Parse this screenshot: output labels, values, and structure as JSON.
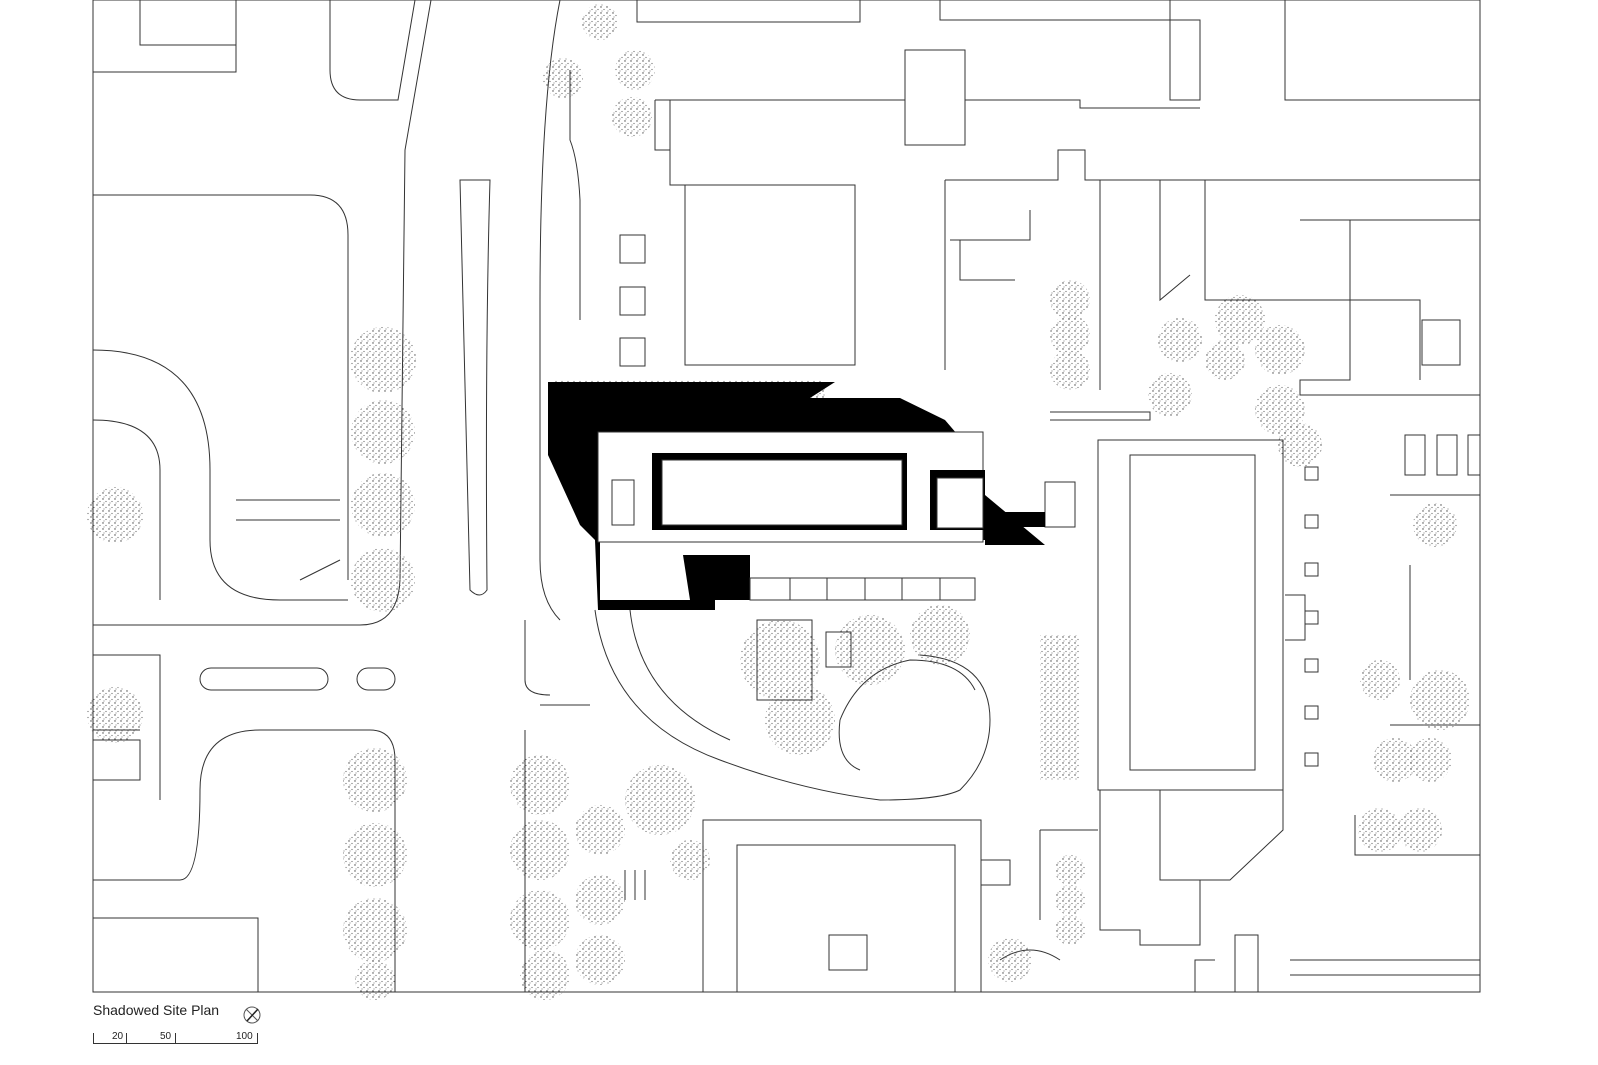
{
  "drawing": {
    "title": "Shadowed Site Plan",
    "north_icon": "north-arrow-icon",
    "scale_labels": [
      "20",
      "50",
      "100"
    ],
    "colors": {
      "line": "#333333",
      "shadow": "#000000",
      "tree": "#555555"
    }
  }
}
